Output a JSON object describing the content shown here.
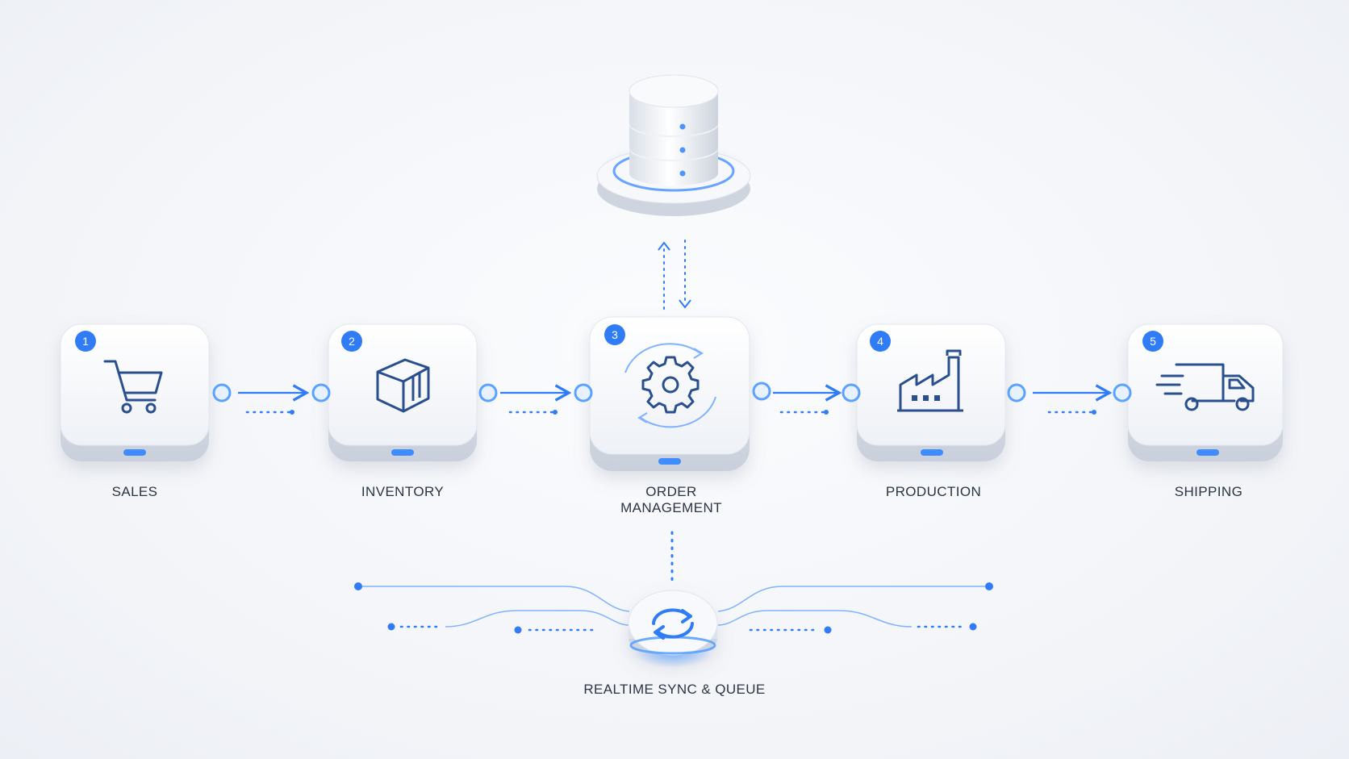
{
  "colors": {
    "accent": "#2f7cf6",
    "accent_soft": "#7fb2ff",
    "icon_stroke": "#2a4f8f",
    "label": "#2b3445"
  },
  "nodes": [
    {
      "step": "1",
      "label": "SALES",
      "icon": "shopping-cart-icon"
    },
    {
      "step": "2",
      "label": "INVENTORY",
      "icon": "box-icon"
    },
    {
      "step": "3",
      "label": "ORDER",
      "label_line2": "MANAGEMENT",
      "icon": "gear-sync-icon"
    },
    {
      "step": "4",
      "label": "PRODUCTION",
      "icon": "factory-icon"
    },
    {
      "step": "5",
      "label": "SHIPPING",
      "icon": "delivery-truck-icon"
    }
  ],
  "database": {
    "icon": "database-icon"
  },
  "sync": {
    "label": "REALTIME SYNC & QUEUE",
    "icon": "refresh-icon"
  }
}
